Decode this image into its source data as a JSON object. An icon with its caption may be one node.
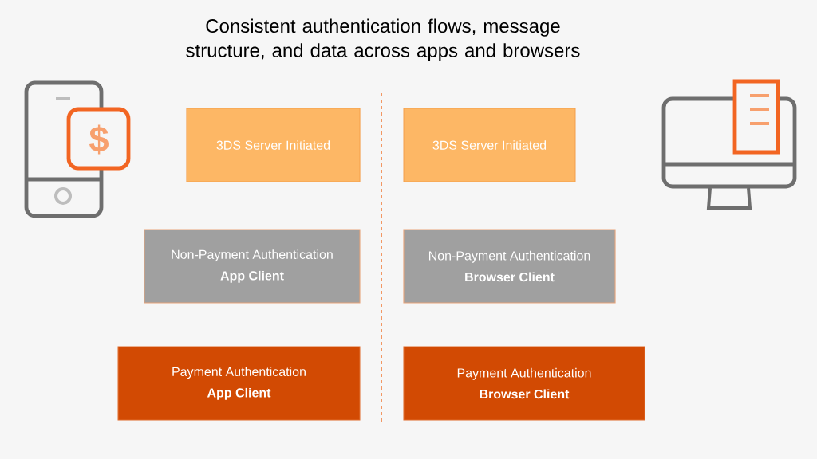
{
  "diagram": {
    "title": "Consistent authentication flows, message structure, and data across apps and browsers",
    "nodes": [
      {
        "text": [
          "3DS Server Initiated"
        ]
      },
      {
        "text": [
          "3DS Server Initiated"
        ]
      },
      {
        "text": [
          "Non-Payment Authentication",
          "App Client"
        ]
      },
      {
        "text": [
          "Non-Payment Authentication",
          "Browser Client"
        ]
      },
      {
        "text": [
          "Payment Authentication",
          "App Client"
        ]
      },
      {
        "text": [
          "Payment Authentication",
          "Browser Client"
        ]
      }
    ],
    "labels": [
      "$"
    ]
  }
}
